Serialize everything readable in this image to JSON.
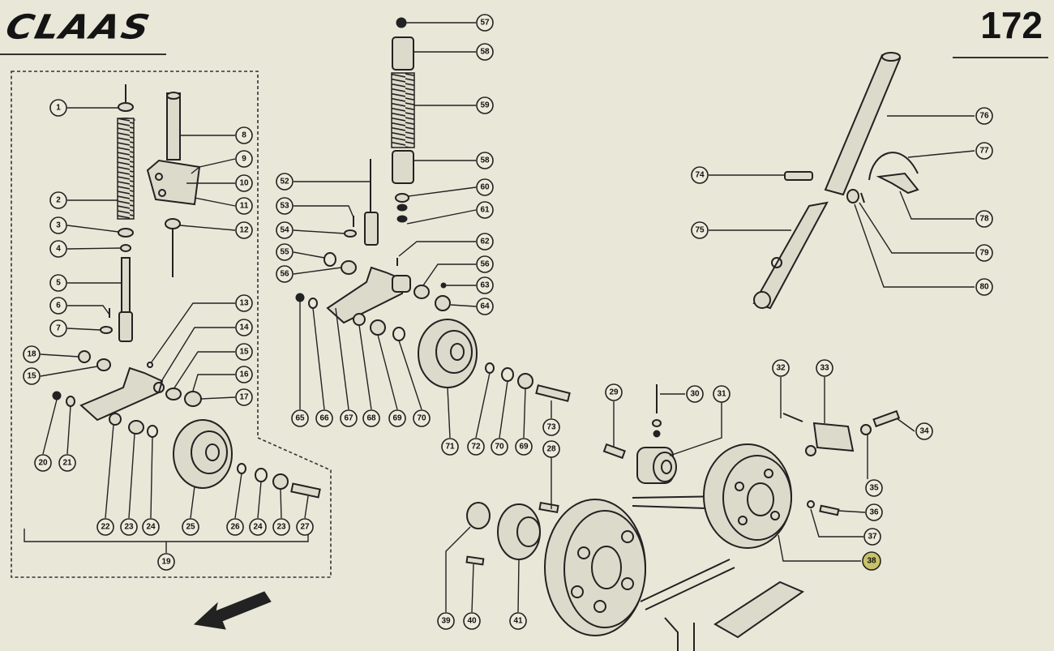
{
  "header": {
    "logo_text": "CLAAS",
    "page_number": "172"
  },
  "callouts": {
    "c1": "1",
    "c2": "2",
    "c3": "3",
    "c4": "4",
    "c5": "5",
    "c6": "6",
    "c7": "7",
    "c8": "8",
    "c9": "9",
    "c10": "10",
    "c11": "11",
    "c12": "12",
    "c13": "13",
    "c14": "14",
    "c15a": "15",
    "c15b": "15",
    "c16": "16",
    "c17": "17",
    "c18": "18",
    "c19": "19",
    "c20": "20",
    "c21": "21",
    "c22": "22",
    "c23a": "23",
    "c23b": "23",
    "c24a": "24",
    "c24b": "24",
    "c25": "25",
    "c26": "26",
    "c27": "27",
    "c28": "28",
    "c29": "29",
    "c30": "30",
    "c31": "31",
    "c32": "32",
    "c33": "33",
    "c34": "34",
    "c35": "35",
    "c36": "36",
    "c37": "37",
    "c38": "38",
    "c39": "39",
    "c40": "40",
    "c41": "41",
    "c52": "52",
    "c53": "53",
    "c54": "54",
    "c55": "55",
    "c56a": "56",
    "c56b": "56",
    "c57": "57",
    "c58a": "58",
    "c58b": "58",
    "c59": "59",
    "c60": "60",
    "c61": "61",
    "c62": "62",
    "c63": "63",
    "c64": "64",
    "c65": "65",
    "c66": "66",
    "c67": "67",
    "c68": "68",
    "c69a": "69",
    "c69b": "69",
    "c70a": "70",
    "c70b": "70",
    "c71": "71",
    "c72": "72",
    "c73": "73",
    "c74": "74",
    "c75": "75",
    "c76": "76",
    "c77": "77",
    "c78": "78",
    "c79": "79",
    "c80": "80"
  },
  "colors": {
    "paper": "#e9e7d8",
    "ink": "#222222",
    "highlight": "#c8c36a"
  }
}
